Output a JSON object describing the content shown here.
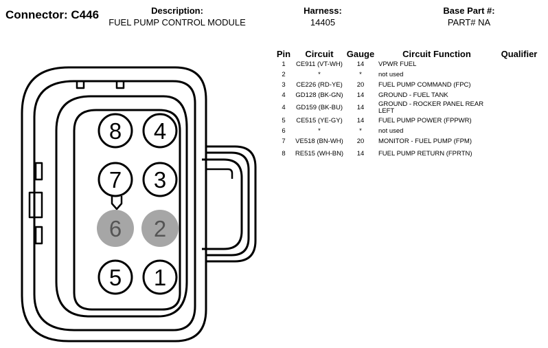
{
  "header": {
    "connector": "Connector: C446",
    "description_label": "Description:",
    "description_value": "FUEL PUMP CONTROL MODULE",
    "harness_label": "Harness:",
    "harness_value": "14405",
    "base_part_label": "Base Part #:",
    "base_part_value": "PART# NA"
  },
  "table": {
    "columns": [
      "Pin",
      "Circuit",
      "Gauge",
      "Circuit Function",
      "Qualifier"
    ],
    "rows": [
      {
        "pin": "1",
        "circuit": "CE911 (VT-WH)",
        "gauge": "14",
        "function": "VPWR FUEL",
        "qualifier": ""
      },
      {
        "pin": "2",
        "circuit": "*",
        "gauge": "*",
        "function": "not used",
        "qualifier": ""
      },
      {
        "pin": "3",
        "circuit": "CE226 (RD-YE)",
        "gauge": "20",
        "function": "FUEL PUMP COMMAND (FPC)",
        "qualifier": ""
      },
      {
        "pin": "4",
        "circuit": "GD128 (BK-GN)",
        "gauge": "14",
        "function": "GROUND - FUEL TANK",
        "qualifier": ""
      },
      {
        "pin": "4",
        "circuit": "GD159 (BK-BU)",
        "gauge": "14",
        "function": "GROUND - ROCKER PANEL REAR LEFT",
        "qualifier": ""
      },
      {
        "pin": "5",
        "circuit": "CE515 (YE-GY)",
        "gauge": "14",
        "function": "FUEL PUMP POWER (FPPWR)",
        "qualifier": ""
      },
      {
        "pin": "6",
        "circuit": "*",
        "gauge": "*",
        "function": "not used",
        "qualifier": ""
      },
      {
        "pin": "7",
        "circuit": "VE518 (BN-WH)",
        "gauge": "20",
        "function": "MONITOR - FUEL PUMP (FPM)",
        "qualifier": ""
      },
      {
        "pin": "8",
        "circuit": "RE515 (WH-BN)",
        "gauge": "14",
        "function": "FUEL PUMP RETURN (FPRTN)",
        "qualifier": ""
      }
    ]
  },
  "connector_pins": [
    {
      "label": "8",
      "used": true
    },
    {
      "label": "4",
      "used": true
    },
    {
      "label": "7",
      "used": true
    },
    {
      "label": "3",
      "used": true
    },
    {
      "label": "6",
      "used": false
    },
    {
      "label": "2",
      "used": false
    },
    {
      "label": "5",
      "used": true
    },
    {
      "label": "1",
      "used": true
    }
  ],
  "colors": {
    "outline": "#000000",
    "unused_pin_fill": "#a6a6a6",
    "unused_pin_text": "#555555",
    "background": "#ffffff"
  }
}
